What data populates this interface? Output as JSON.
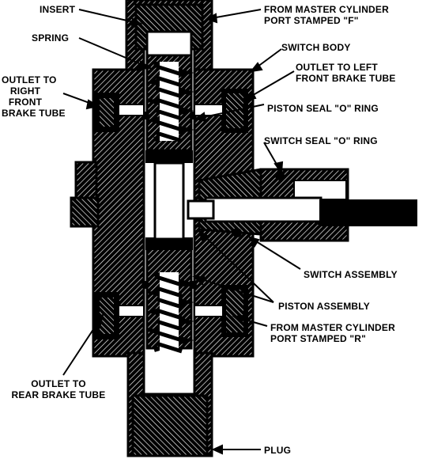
{
  "labels": {
    "insert": "INSERT",
    "spring": "SPRING",
    "from_master_f": [
      "FROM MASTER CYLINDER",
      "PORT STAMPED \"F\""
    ],
    "switch_body": "SWITCH  BODY",
    "outlet_left_front": [
      "OUTLET TO LEFT",
      "FRONT BRAKE TUBE"
    ],
    "outlet_right_front": [
      "OUTLET TO",
      "RIGHT",
      "FRONT",
      "BRAKE TUBE"
    ],
    "piston_seal": "PISTON SEAL \"O\" RING",
    "switch_seal": "SWITCH SEAL \"O\" RING",
    "switch_assembly": "SWITCH ASSEMBLY",
    "piston_assembly": "PISTON ASSEMBLY",
    "from_master_r": [
      "FROM MASTER CYLINDER",
      "PORT STAMPED \"R\""
    ],
    "outlet_rear": [
      "OUTLET TO",
      "REAR BRAKE TUBE"
    ],
    "plug": "PLUG"
  }
}
